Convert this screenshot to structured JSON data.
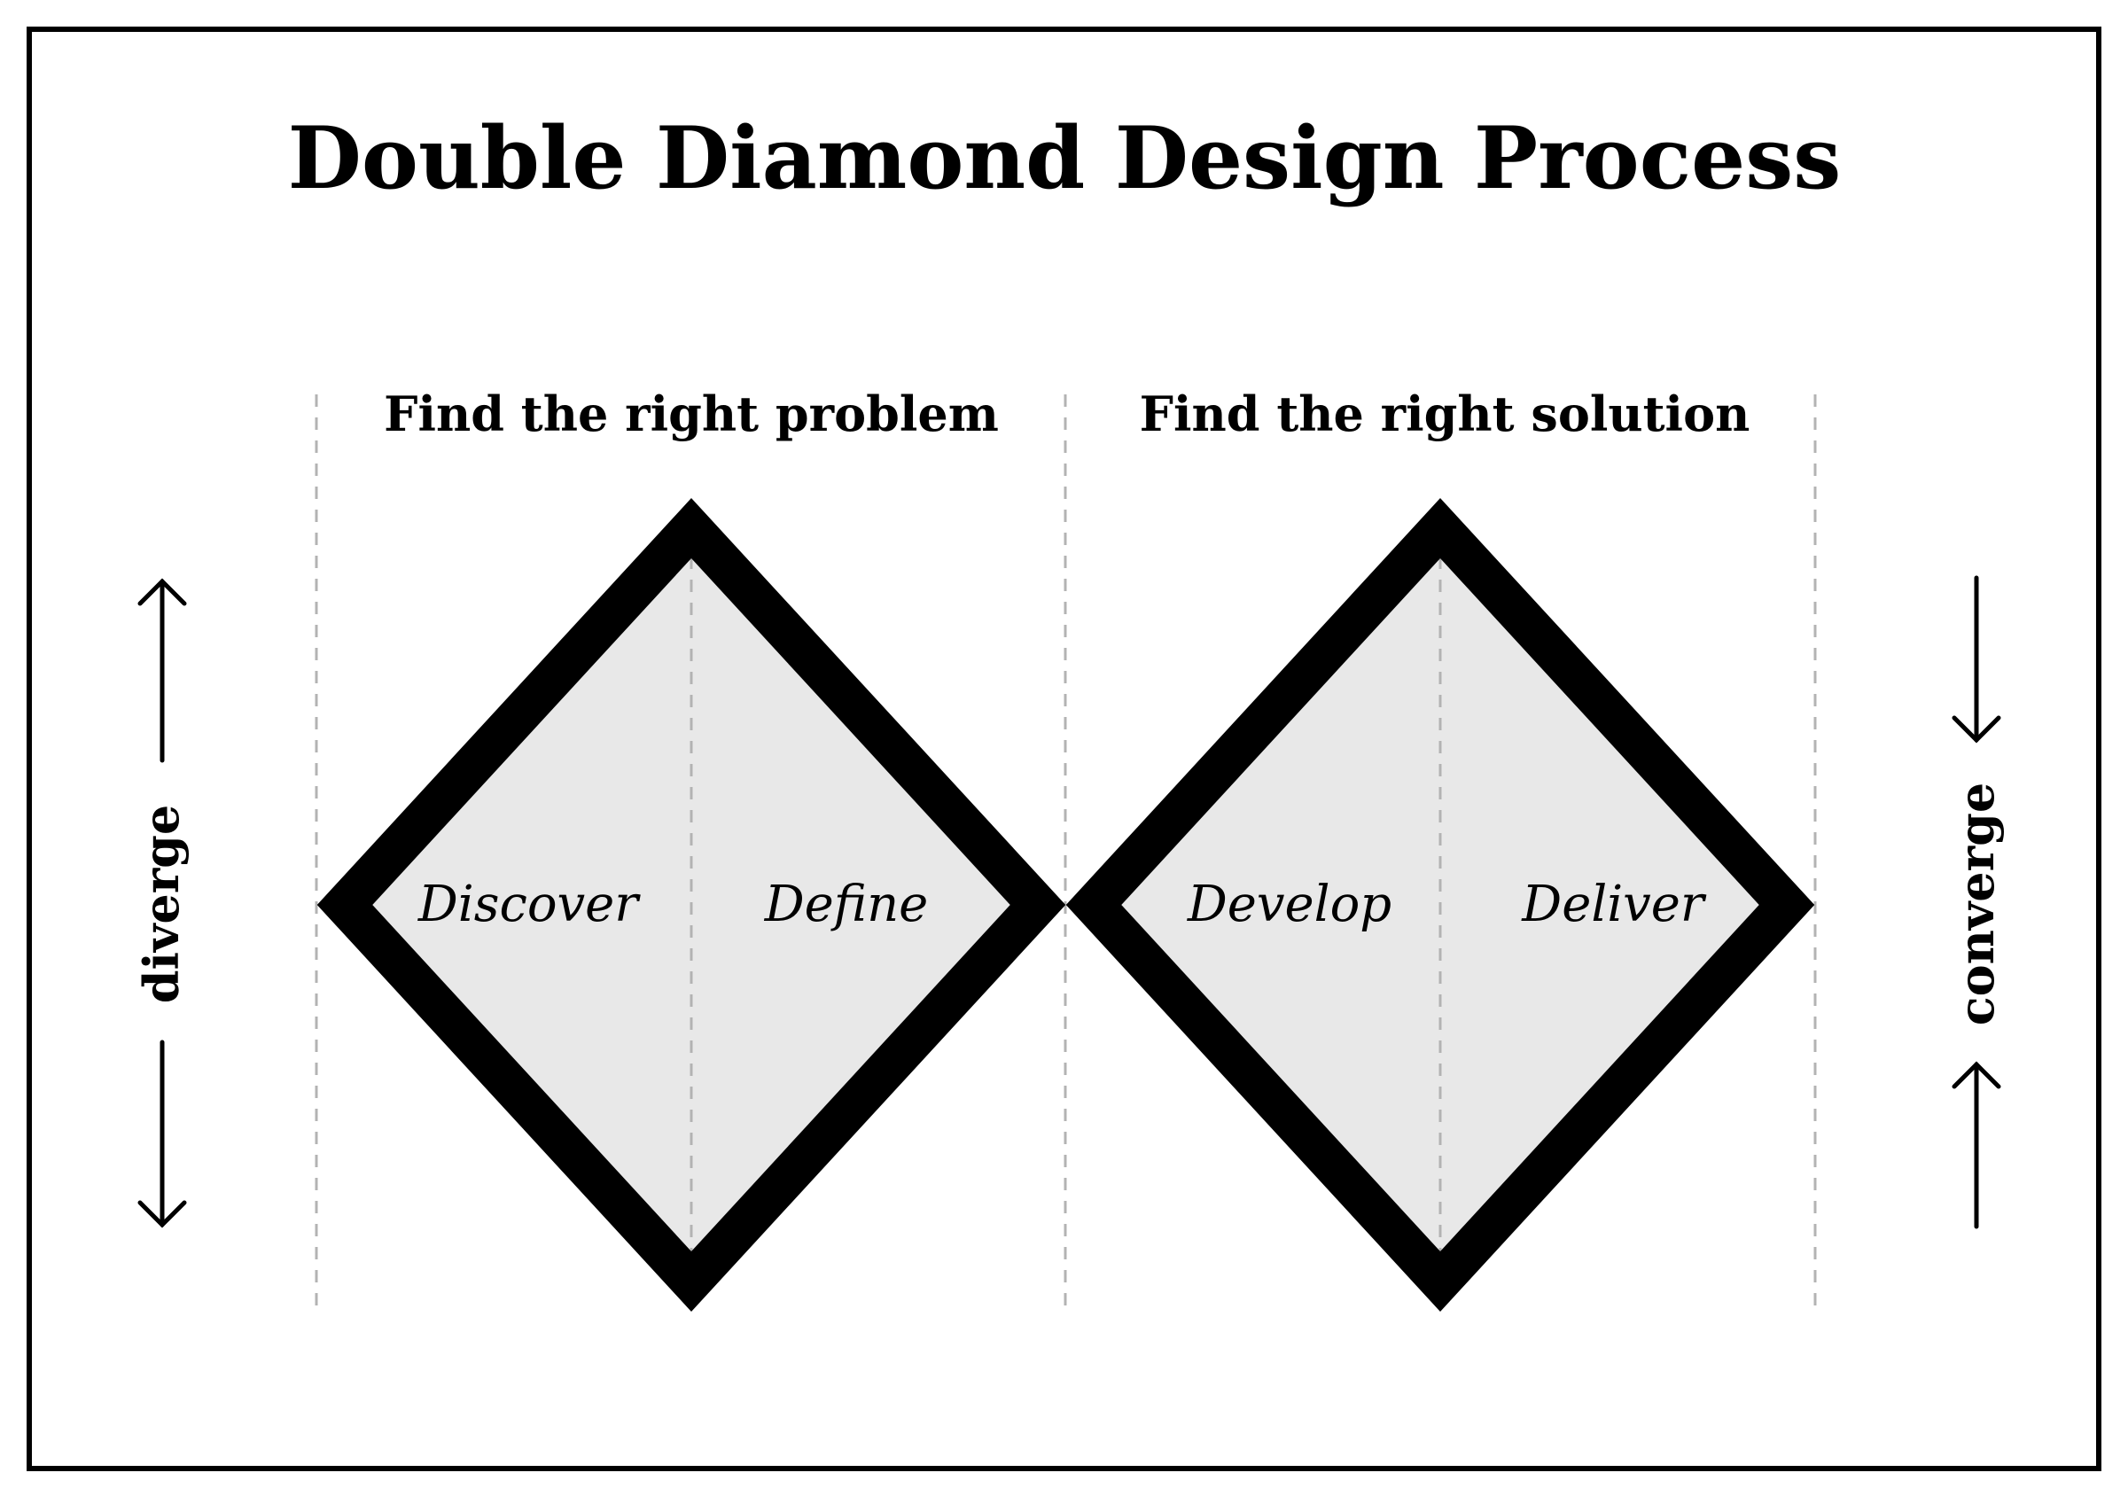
{
  "title": "Double Diamond Design Process",
  "headers": {
    "left": "Find the right problem",
    "right": "Find the right solution"
  },
  "phases": {
    "discover": "Discover",
    "define": "Define",
    "develop": "Develop",
    "deliver": "Deliver"
  },
  "side_labels": {
    "left": "diverge",
    "right": "converge"
  },
  "colors": {
    "stroke": "#000000",
    "diamond_fill": "#e8e8e8",
    "guide_line": "#b3b3b3",
    "background": "#ffffff"
  },
  "icons": {
    "left_up": "arrow-up-icon",
    "left_down": "arrow-down-icon",
    "right_down": "arrow-down-icon",
    "right_up": "arrow-up-icon"
  }
}
